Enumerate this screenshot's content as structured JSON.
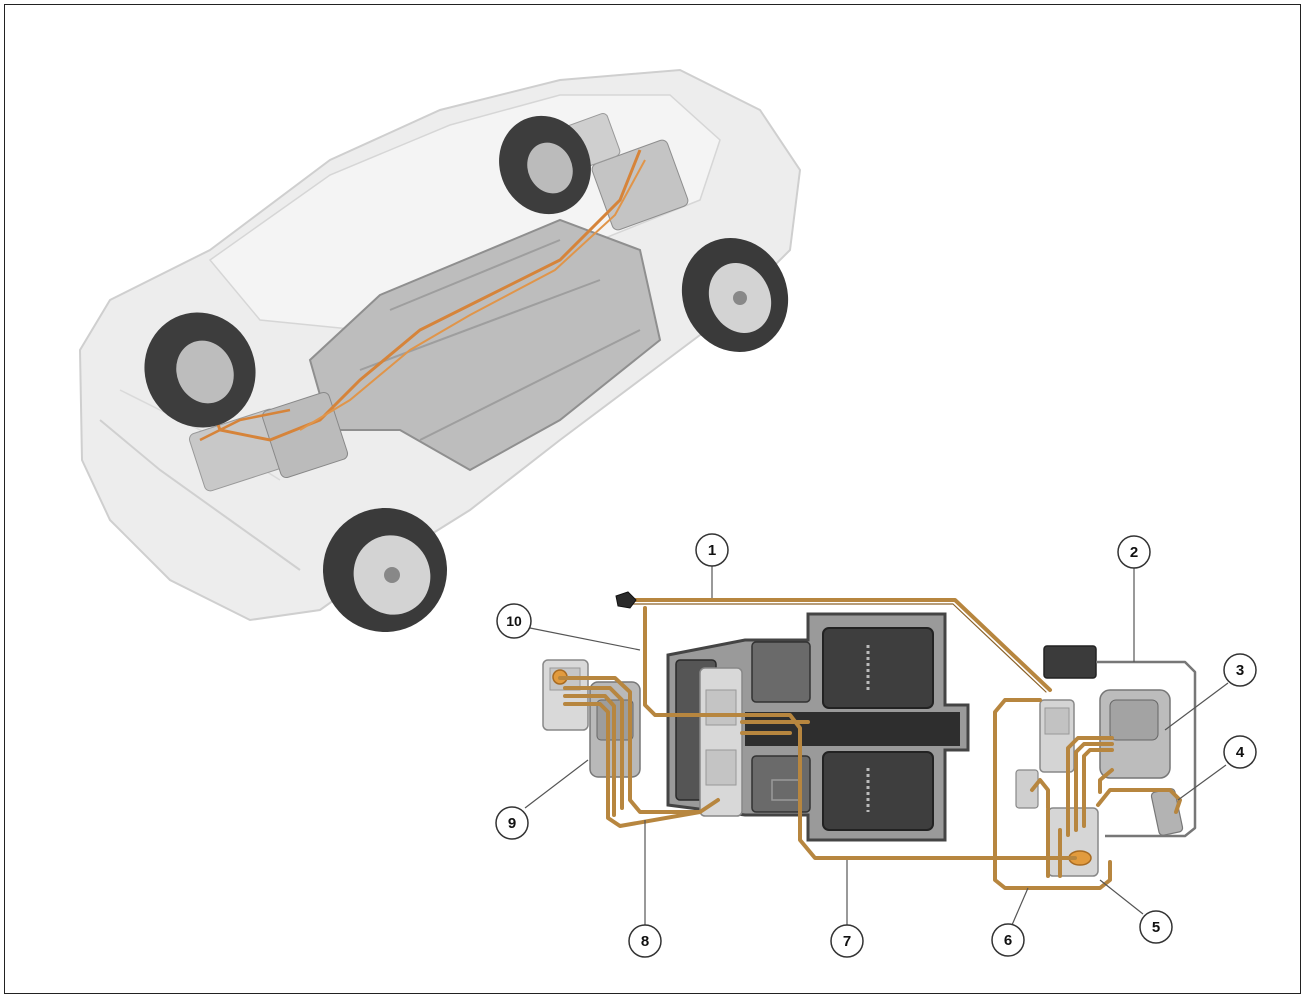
{
  "callouts": [
    {
      "id": "1",
      "label": "1"
    },
    {
      "id": "2",
      "label": "2"
    },
    {
      "id": "3",
      "label": "3"
    },
    {
      "id": "4",
      "label": "4"
    },
    {
      "id": "5",
      "label": "5"
    },
    {
      "id": "6",
      "label": "6"
    },
    {
      "id": "7",
      "label": "7"
    },
    {
      "id": "8",
      "label": "8"
    },
    {
      "id": "9",
      "label": "9"
    },
    {
      "id": "10",
      "label": "10"
    }
  ],
  "colors": {
    "cable": "#b7863f",
    "cable_dark": "#8a6128",
    "car_body": "#e9e9e9",
    "car_outline": "#c9c9c9",
    "tire": "#3c3c3c",
    "battery": "#8f8f8f",
    "battery_dark": "#555555",
    "frame": "#222222"
  }
}
